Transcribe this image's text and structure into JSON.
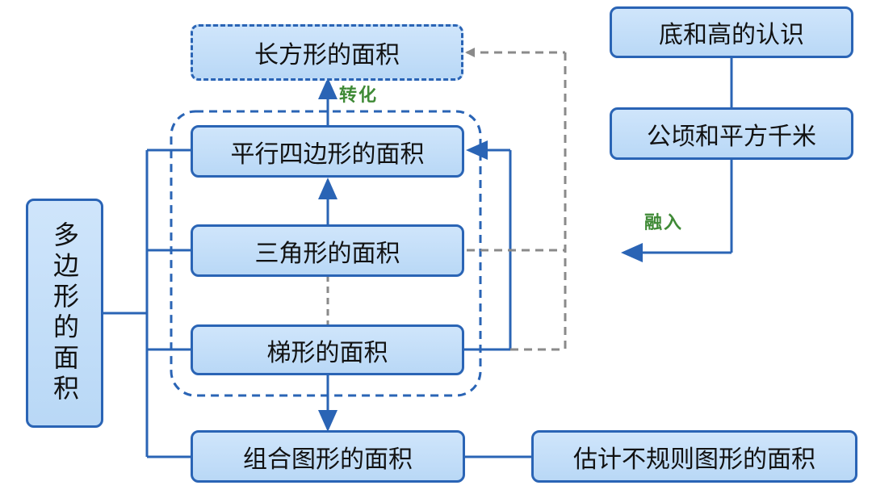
{
  "nodes": {
    "polygon_area": "多边形的面积",
    "rectangle_area": "长方形的面积",
    "parallelogram_area": "平行四边形的面积",
    "triangle_area": "三角形的面积",
    "trapezoid_area": "梯形的面积",
    "composite_area": "组合图形的面积",
    "estimate_irregular": "估计不规则图形的面积",
    "base_height": "底和高的认识",
    "hectare_km2": "公顷和平方千米"
  },
  "edge_labels": {
    "transform": "转化",
    "integrate": "融入"
  },
  "colors": {
    "node_border": "#2a64b5",
    "node_fill": "#c4ddf8",
    "connector": "#2a64b5",
    "dashed_connector": "#8a8a8a",
    "label_green": "#3f8a36"
  }
}
